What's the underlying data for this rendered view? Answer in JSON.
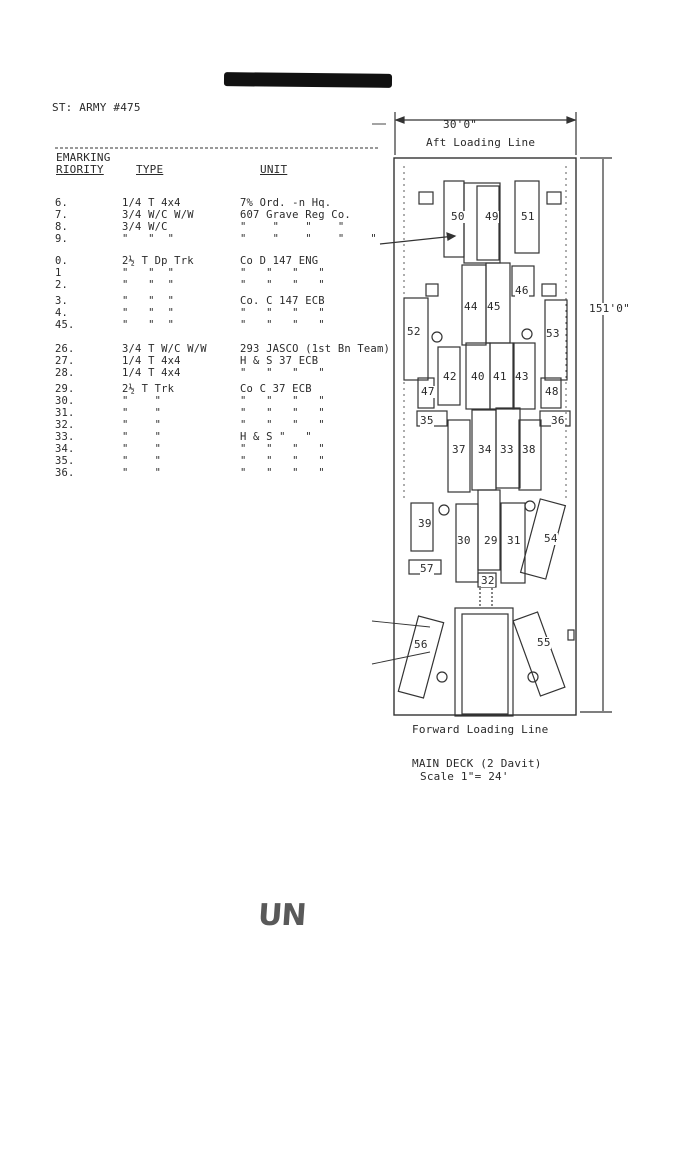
{
  "header": {
    "redacted_title": "",
    "list_label": "ST: ARMY #475"
  },
  "columns": {
    "marking_line1": "EMARKING",
    "marking_line2": "RIORITY",
    "type": "TYPE",
    "unit": "UNIT"
  },
  "rows": [
    {
      "pri": "6.",
      "type": "1/4 T 4x4",
      "unit": "7% Ord. -n Hq."
    },
    {
      "pri": "7.",
      "type": "3/4 W/C W/W",
      "unit": "607 Grave Reg Co."
    },
    {
      "pri": "8.",
      "type": "3/4 W/C",
      "unit": "\"    \"    \"    \""
    },
    {
      "pri": "9.",
      "type": "\"   \"  \"",
      "unit": "\"    \"    \"    \"    \""
    },
    {
      "pri": "0.",
      "type": "2½ T Dp Trk",
      "unit": "Co D 147 ENG"
    },
    {
      "pri": "1",
      "type": "\"   \"  \"",
      "unit": "\"   \"   \"   \""
    },
    {
      "pri": "2.",
      "type": "\"   \"  \"",
      "unit": "\"   \"   \"   \""
    },
    {
      "pri": "3.",
      "type": "\"   \"  \"",
      "unit": "Co. C 147 ECB"
    },
    {
      "pri": "4.",
      "type": "\"   \"  \"",
      "unit": "\"   \"   \"   \""
    },
    {
      "pri": "45.",
      "type": "\"   \"  \"",
      "unit": "\"   \"   \"   \""
    },
    {
      "pri": "26.",
      "type": "3/4 T W/C W/W",
      "unit": "293 JASCO (1st Bn Team)"
    },
    {
      "pri": "27.",
      "type": "1/4 T 4x4",
      "unit": "H & S 37 ECB"
    },
    {
      "pri": "28.",
      "type": "1/4 T 4x4",
      "unit": "\"   \"   \"   \""
    },
    {
      "pri": "29.",
      "type": "2½ T Trk",
      "unit": "Co C 37 ECB"
    },
    {
      "pri": "30.",
      "type": "\"    \"",
      "unit": "\"   \"   \"   \""
    },
    {
      "pri": "31.",
      "type": "\"    \"",
      "unit": "\"   \"   \"   \""
    },
    {
      "pri": "32.",
      "type": "\"    \"",
      "unit": "\"   \"   \"   \""
    },
    {
      "pri": "33.",
      "type": "\"    \"",
      "unit": "H & S \"   \""
    },
    {
      "pri": "34.",
      "type": "\"    \"",
      "unit": "\"   \"   \"   \""
    },
    {
      "pri": "35.",
      "type": "\"    \"",
      "unit": "\"   \"   \"   \""
    },
    {
      "pri": "36.",
      "type": "\"    \"",
      "unit": "\"   \"   \"   \""
    }
  ],
  "diagram": {
    "width_label": "30'0\"",
    "length_label": "151'0\"",
    "aft_label": "Aft Loading Line",
    "forward_label": "Forward Loading Line",
    "deck_title": "MAIN DECK (2 Davit)",
    "scale": "Scale 1\"= 24'",
    "slot_labels": [
      "50",
      "49",
      "51",
      "46",
      "44",
      "45",
      "52",
      "53",
      "47",
      "42",
      "40",
      "41",
      "43",
      "48",
      "35",
      "36",
      "37",
      "34",
      "33",
      "38",
      "39",
      "30",
      "29",
      "31",
      "54",
      "57",
      "32",
      "56",
      "55"
    ]
  },
  "stamp": {
    "text": "UN"
  }
}
